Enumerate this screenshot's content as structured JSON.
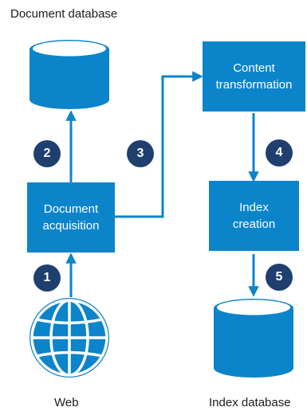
{
  "colors": {
    "box": "#0c84ca",
    "arrow": "#0c84ca",
    "badge": "#1f3f6e",
    "text": "#1c1c1c"
  },
  "labels": {
    "document_database": "Document database",
    "index_database": "Index database",
    "web": "Web"
  },
  "boxes": {
    "document_acquisition": [
      "Document",
      "acquisition"
    ],
    "content_transformation": [
      "Content",
      "transformation"
    ],
    "index_creation": [
      "Index",
      "creation"
    ]
  },
  "steps": [
    "1",
    "2",
    "3",
    "4",
    "5"
  ],
  "icons": {
    "document_database": "database-cylinder-icon",
    "index_database": "database-cylinder-icon",
    "web": "globe-icon"
  }
}
